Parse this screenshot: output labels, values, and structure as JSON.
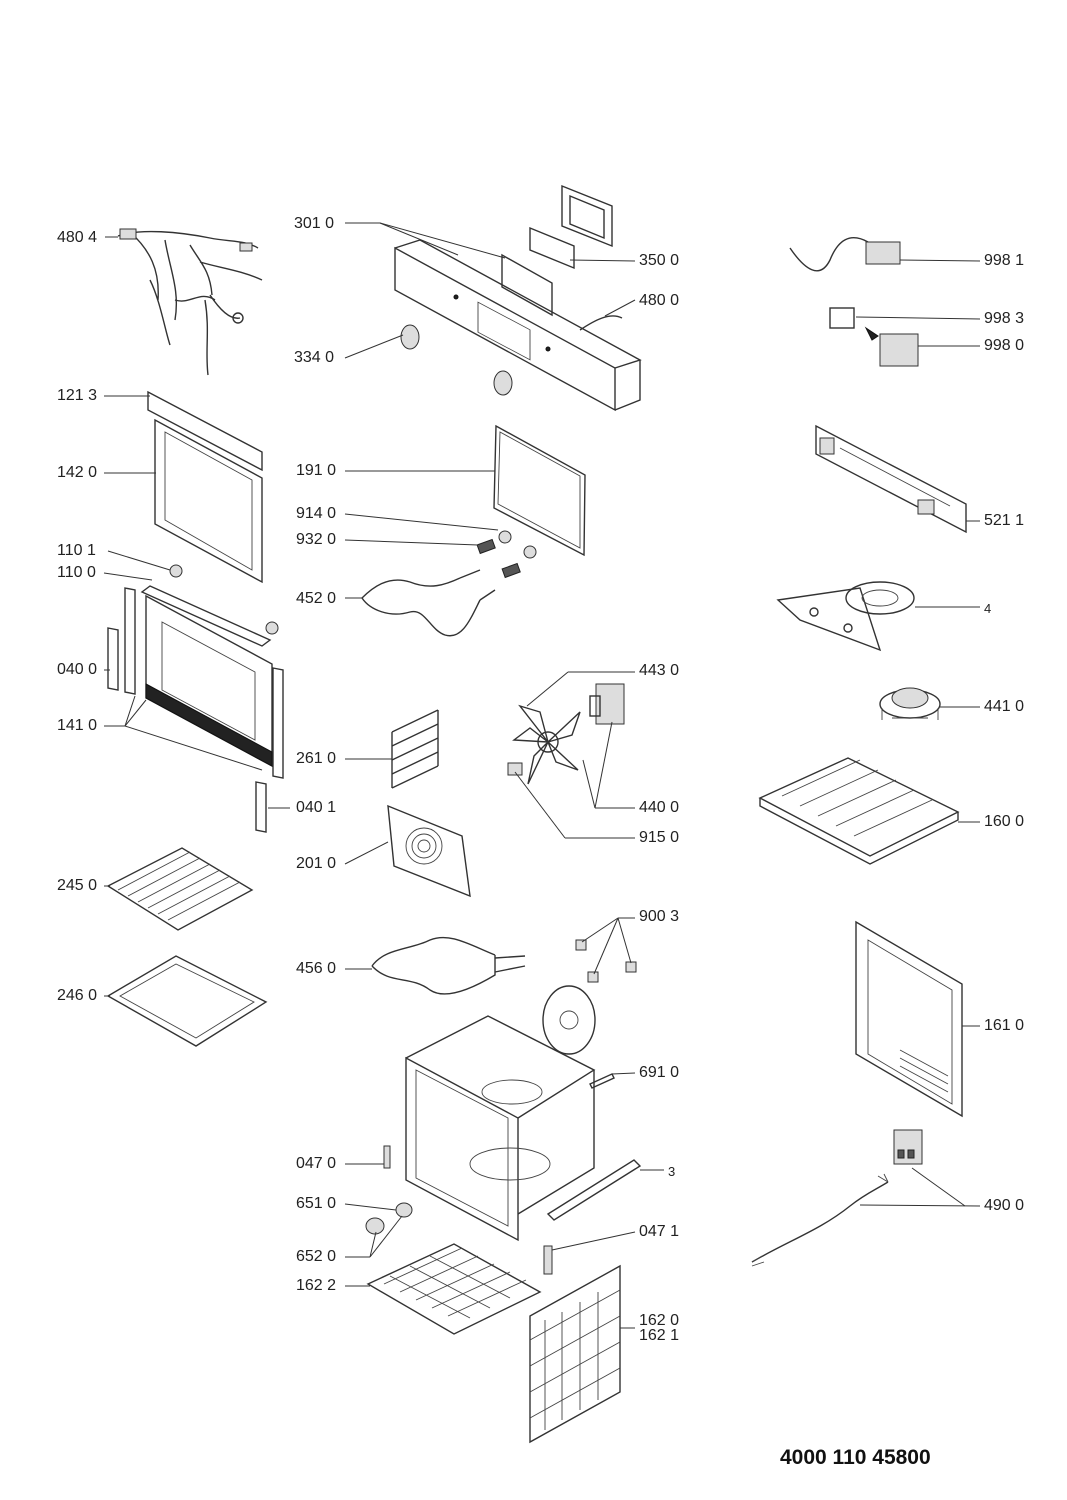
{
  "document_number": "4000 110 45800",
  "parts": [
    {
      "id": "p4804",
      "label": "480 4"
    },
    {
      "id": "p3010",
      "label": "301 0"
    },
    {
      "id": "p3500",
      "label": "350 0"
    },
    {
      "id": "p4800",
      "label": "480 0"
    },
    {
      "id": "p3340",
      "label": "334 0"
    },
    {
      "id": "p9981",
      "label": "998 1"
    },
    {
      "id": "p9983",
      "label": "998 3"
    },
    {
      "id": "p9980",
      "label": "998 0"
    },
    {
      "id": "p1213",
      "label": "121 3"
    },
    {
      "id": "p1420",
      "label": "142 0"
    },
    {
      "id": "p1910",
      "label": "191 0"
    },
    {
      "id": "p9140",
      "label": "914 0"
    },
    {
      "id": "p9320",
      "label": "932 0"
    },
    {
      "id": "p5211",
      "label": "521 1"
    },
    {
      "id": "p1101",
      "label": "110 1"
    },
    {
      "id": "p1100",
      "label": "110 0"
    },
    {
      "id": "p4520",
      "label": "452 0"
    },
    {
      "id": "p4",
      "label": "4"
    },
    {
      "id": "p0400",
      "label": "040 0"
    },
    {
      "id": "p4430",
      "label": "443 0"
    },
    {
      "id": "p4410",
      "label": "441 0"
    },
    {
      "id": "p1410",
      "label": "141 0"
    },
    {
      "id": "p2610",
      "label": "261 0"
    },
    {
      "id": "p4400",
      "label": "440 0"
    },
    {
      "id": "p0401",
      "label": "040 1"
    },
    {
      "id": "p1600",
      "label": "160 0"
    },
    {
      "id": "p9150",
      "label": "915 0"
    },
    {
      "id": "p2010",
      "label": "201 0"
    },
    {
      "id": "p2450",
      "label": "245 0"
    },
    {
      "id": "p9003",
      "label": "900 3"
    },
    {
      "id": "p4560",
      "label": "456 0"
    },
    {
      "id": "p2460",
      "label": "246 0"
    },
    {
      "id": "p1610",
      "label": "161 0"
    },
    {
      "id": "p6910",
      "label": "691 0"
    },
    {
      "id": "p0470",
      "label": "047 0"
    },
    {
      "id": "p3",
      "label": "3"
    },
    {
      "id": "p6510",
      "label": "651 0"
    },
    {
      "id": "p4900",
      "label": "490 0"
    },
    {
      "id": "p0471",
      "label": "047 1"
    },
    {
      "id": "p6520",
      "label": "652 0"
    },
    {
      "id": "p1622",
      "label": "162 2"
    },
    {
      "id": "p1620",
      "label": "162 0"
    },
    {
      "id": "p1621",
      "label": "162 1"
    }
  ]
}
